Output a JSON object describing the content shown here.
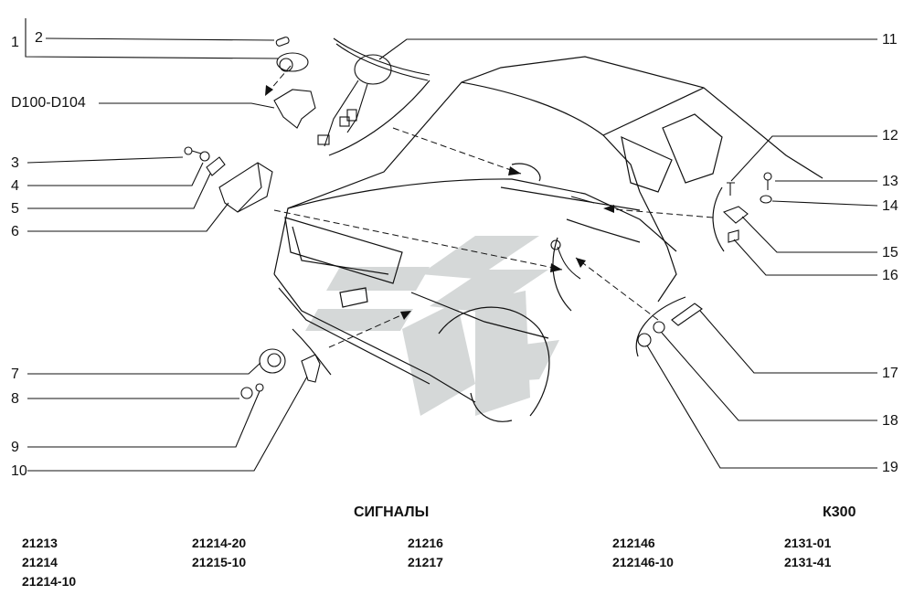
{
  "callouts": {
    "c1": "1",
    "c2": "2",
    "c3": "3",
    "c4": "4",
    "c5": "5",
    "c6": "6",
    "c7": "7",
    "c8": "8",
    "c9": "9",
    "c10": "10",
    "c11": "11",
    "c12": "12",
    "c13": "13",
    "c14": "14",
    "c15": "15",
    "c16": "16",
    "c17": "17",
    "c18": "18",
    "c19": "19",
    "ref": "D100-D104"
  },
  "title": "СИГНАЛЫ",
  "code": "К300",
  "models": [
    [
      "21213",
      "21214",
      "21214-10"
    ],
    [
      "21214-20",
      "21215-10"
    ],
    [
      "21216",
      "21217"
    ],
    [
      "212146",
      "212146-10"
    ],
    [
      "2131-01",
      "2131-41"
    ]
  ],
  "colors": {
    "watermark": "#d5d8d8",
    "ink": "#111111"
  }
}
